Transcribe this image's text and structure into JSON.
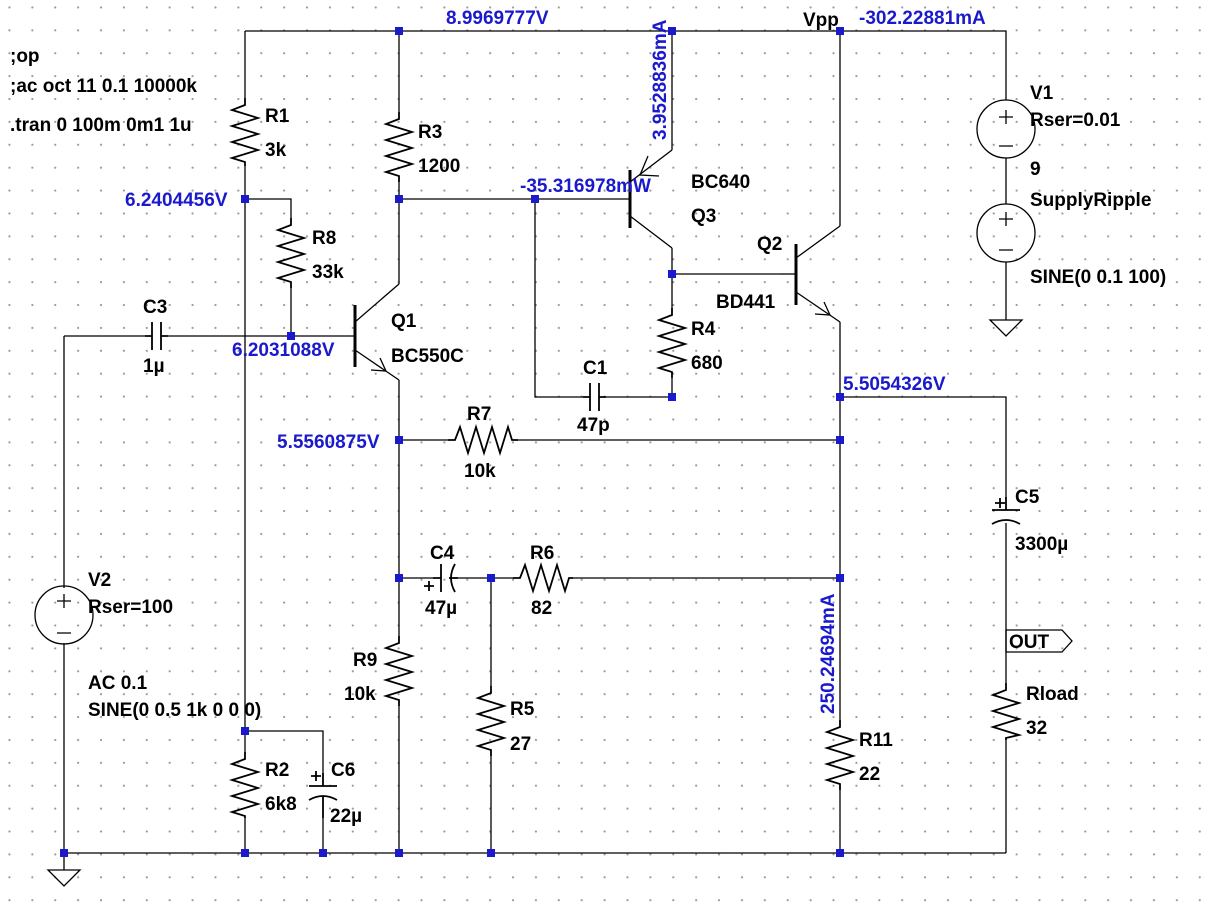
{
  "directives": [
    ";op",
    ";ac oct 11 0.1 10000k",
    ".tran 0 100m 0m1 1u"
  ],
  "components": {
    "R1": {
      "name": "R1",
      "value": "3k"
    },
    "R2": {
      "name": "R2",
      "value": "6k8"
    },
    "R3": {
      "name": "R3",
      "value": "1200"
    },
    "R4": {
      "name": "R4",
      "value": "680"
    },
    "R5": {
      "name": "R5",
      "value": "27"
    },
    "R6": {
      "name": "R6",
      "value": "82"
    },
    "R7": {
      "name": "R7",
      "value": "10k"
    },
    "R8": {
      "name": "R8",
      "value": "33k"
    },
    "R9": {
      "name": "R9",
      "value": "10k"
    },
    "R11": {
      "name": "R11",
      "value": "22"
    },
    "Rload": {
      "name": "Rload",
      "value": "32"
    },
    "C1": {
      "name": "C1",
      "value": "47p"
    },
    "C3": {
      "name": "C3",
      "value": "1µ"
    },
    "C4": {
      "name": "C4",
      "value": "47µ"
    },
    "C5": {
      "name": "C5",
      "value": "3300µ"
    },
    "C6": {
      "name": "C6",
      "value": "22µ"
    },
    "Q1": {
      "name": "Q1",
      "model": "BC550C"
    },
    "Q2": {
      "name": "Q2",
      "model": "BD441"
    },
    "Q3": {
      "name": "Q3",
      "model": "BC640"
    },
    "V1": {
      "name": "V1",
      "param": "Rser=0.01",
      "value": "9"
    },
    "V2": {
      "name": "V2",
      "param": "Rser=100",
      "ac": "AC 0.1",
      "sine": "SINE(0 0.5 1k 0 0 0)"
    },
    "SupplyRipple": {
      "name": "SupplyRipple",
      "value": "SINE(0 0.1 100)"
    }
  },
  "net_labels": {
    "vpp": "Vpp",
    "out": "OUT"
  },
  "readouts": {
    "vpp_voltage": "8.9969777V",
    "vpp_current": "-302.22881mA",
    "q3_emitter_current": "3.9528836mA",
    "q3_power": "-35.316978mW",
    "r1_node": "6.2404456V",
    "q1_base": "6.2031088V",
    "q1_emitter": "5.5560875V",
    "output_node": "5.5054326V",
    "r11_current": "250.24694mA"
  },
  "colors": {
    "wire": "#000000",
    "annotation": "#1a1acc",
    "background": "#ffffff",
    "grid_dot": "#9a9a9a"
  }
}
